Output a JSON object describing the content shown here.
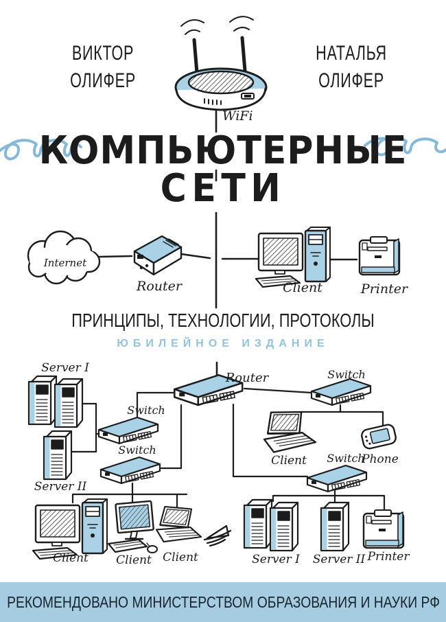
{
  "cover": {
    "authors": {
      "left": {
        "line1": "Виктор",
        "line2": "Олифер"
      },
      "right": {
        "line1": "Наталья",
        "line2": "Олифер"
      }
    },
    "wifi_label": "WiFi",
    "title_line1": "КОМПЬЮТЕРНЫЕ",
    "title_line2": "СЕТИ",
    "subtitle": "ПРИНЦИПЫ, ТЕХНОЛОГИИ, ПРОТОКОЛЫ",
    "edition": "ЮБИЛЕЙНОЕ ИЗДАНИЕ",
    "footer": "РЕКОМЕНДОВАНО МИНИСТЕРСТВОМ ОБРАЗОВАНИЯ И НАУКИ РФ"
  },
  "diagram_labels": {
    "internet": "Internet",
    "router_mid": "Router",
    "client_mid": "Client",
    "printer_mid": "Printer",
    "server1_left": "Server I",
    "server2_left": "Server II",
    "switch_left1": "Switch",
    "switch_left2": "Switch",
    "router_main": "Router",
    "switch_top_right": "Switch",
    "switch_bottom_right": "Switch",
    "client_laptop_right": "Client",
    "phone": "Phone",
    "client_desktop": "Client",
    "client_monitor": "Client",
    "client_laptop_bottom": "Client",
    "server1_right": "Server I",
    "server2_right": "Server II",
    "printer_right": "Printer"
  },
  "icons": {
    "publisher_logo": "piter-paper-boat"
  },
  "colors": {
    "device_blue": "#a9d2e7",
    "coil_blue": "#84b9da",
    "edition_blue": "#90c4de",
    "footer_bg": "#a5cce1",
    "ink": "#1c1c1c"
  }
}
